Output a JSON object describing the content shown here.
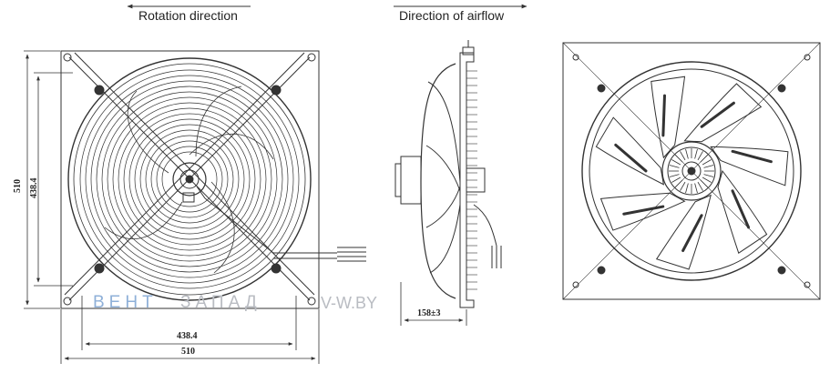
{
  "labels": {
    "rotation_direction": "Rotation direction",
    "airflow_direction": "Direction of airflow",
    "dim_height_outer": "510",
    "dim_height_inner": "438.4",
    "dim_width_inner": "438.4",
    "dim_width_outer": "510",
    "dim_depth": "158±3"
  },
  "watermark": {
    "part1": "ВЕНТ",
    "part2": "ЗАПАД",
    "url": "V-W.BY"
  },
  "colors": {
    "line": "#333333",
    "watermark_blue": "#8fb0d8",
    "watermark_grey": "#b9bcc2"
  }
}
